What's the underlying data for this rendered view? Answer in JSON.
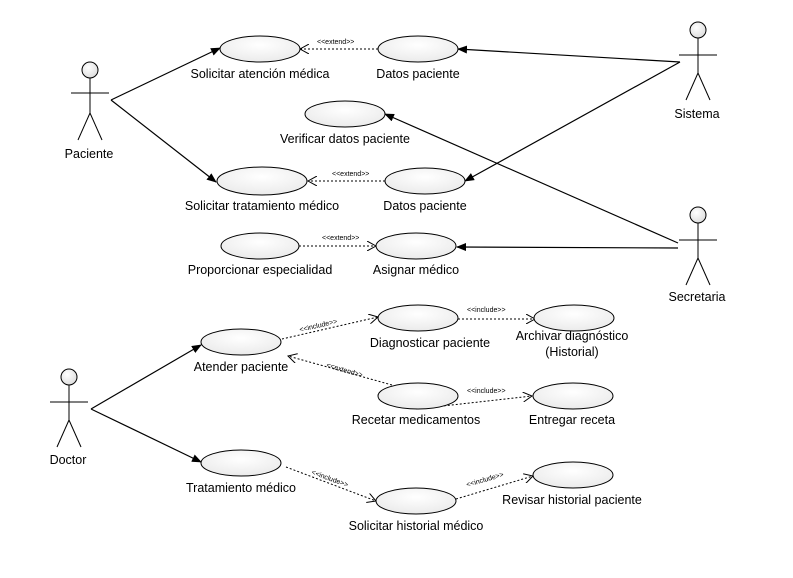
{
  "diagram": {
    "actors": [
      {
        "id": "paciente",
        "label": "Paciente"
      },
      {
        "id": "sistema",
        "label": "Sistema"
      },
      {
        "id": "secretaria",
        "label": "Secretaria"
      },
      {
        "id": "doctor",
        "label": "Doctor"
      }
    ],
    "use_cases": [
      {
        "id": "solicitar_atencion",
        "label": "Solicitar atención médica"
      },
      {
        "id": "datos_paciente_1",
        "label": "Datos paciente"
      },
      {
        "id": "verificar_datos",
        "label": "Verificar datos paciente"
      },
      {
        "id": "solicitar_tratamiento",
        "label": "Solicitar tratamiento médico"
      },
      {
        "id": "datos_paciente_2",
        "label": "Datos paciente"
      },
      {
        "id": "proporcionar_especialidad",
        "label": "Proporcionar especialidad"
      },
      {
        "id": "asignar_medico",
        "label": "Asignar médico"
      },
      {
        "id": "atender_paciente",
        "label": "Atender paciente"
      },
      {
        "id": "diagnosticar_paciente",
        "label": "Diagnosticar paciente"
      },
      {
        "id": "archivar_diagnostico",
        "label": "Archivar diagnóstico",
        "label2": "(Historial)"
      },
      {
        "id": "recetar_medicamentos",
        "label": "Recetar medicamentos"
      },
      {
        "id": "entregar_receta",
        "label": "Entregar receta"
      },
      {
        "id": "tratamiento_medico",
        "label": "Tratamiento médico"
      },
      {
        "id": "solicitar_historial",
        "label": "Solicitar historial médico"
      },
      {
        "id": "revisar_historial",
        "label": "Revisar historial paciente"
      }
    ],
    "associations": [
      {
        "from": "paciente",
        "to": "solicitar_atencion"
      },
      {
        "from": "paciente",
        "to": "solicitar_tratamiento"
      },
      {
        "from": "sistema",
        "to": "datos_paciente_1"
      },
      {
        "from": "sistema",
        "to": "datos_paciente_2"
      },
      {
        "from": "secretaria",
        "to": "verificar_datos"
      },
      {
        "from": "secretaria",
        "to": "asignar_medico"
      },
      {
        "from": "doctor",
        "to": "atender_paciente"
      },
      {
        "from": "doctor",
        "to": "tratamiento_medico"
      }
    ],
    "dependencies": [
      {
        "from": "datos_paciente_1",
        "to": "solicitar_atencion",
        "stereotype": "<<extend>>"
      },
      {
        "from": "datos_paciente_2",
        "to": "solicitar_tratamiento",
        "stereotype": "<<extend>>"
      },
      {
        "from": "proporcionar_especialidad",
        "to": "asignar_medico",
        "stereotype": "<<extend>>"
      },
      {
        "from": "atender_paciente",
        "to": "diagnosticar_paciente",
        "stereotype": "<<include>>"
      },
      {
        "from": "diagnosticar_paciente",
        "to": "archivar_diagnostico",
        "stereotype": "<<include>>"
      },
      {
        "from": "recetar_medicamentos",
        "to": "atender_paciente",
        "stereotype": "<<extend>>"
      },
      {
        "from": "recetar_medicamentos",
        "to": "entregar_receta",
        "stereotype": "<<include>>"
      },
      {
        "from": "tratamiento_medico",
        "to": "solicitar_historial",
        "stereotype": "<<include>>"
      },
      {
        "from": "solicitar_historial",
        "to": "revisar_historial",
        "stereotype": "<<include>>"
      }
    ]
  }
}
